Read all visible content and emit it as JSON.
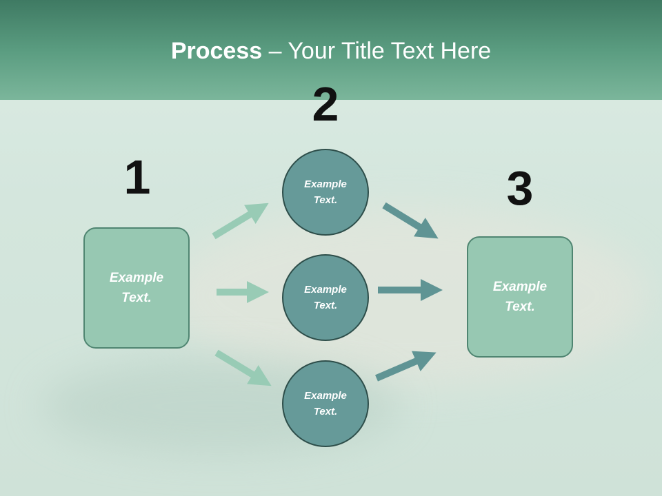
{
  "title": {
    "bold": "Process",
    "rest": " – Your Title Text Here"
  },
  "steps": {
    "n1": "1",
    "n2": "2",
    "n3": "3"
  },
  "box1": {
    "label": "Example Text."
  },
  "circles": [
    {
      "label": "Example Text."
    },
    {
      "label": "Example Text."
    },
    {
      "label": "Example Text."
    }
  ],
  "box3": {
    "label": "Example Text."
  },
  "colors": {
    "header": "#5a9c80",
    "box_fill": "#97c8b2",
    "circle_fill": "#669a99",
    "arrow_light": "#98cbb5",
    "arrow_dark": "#5f9494"
  }
}
